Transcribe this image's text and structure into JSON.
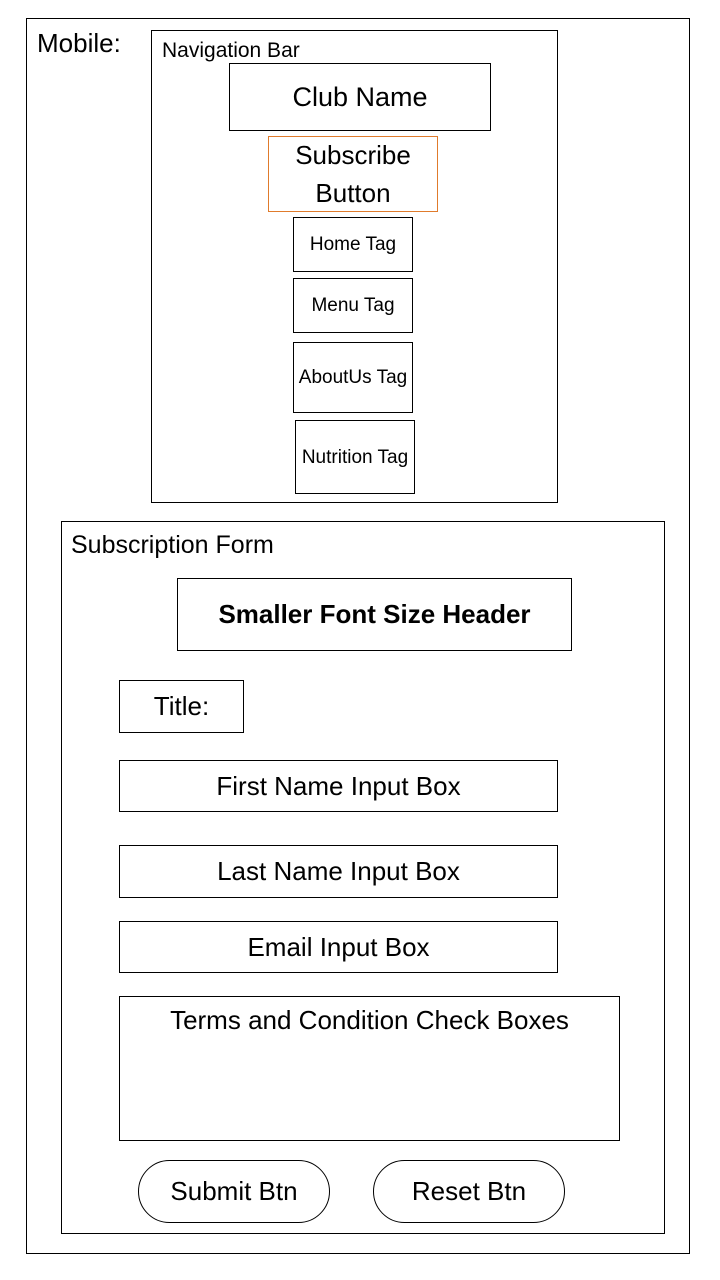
{
  "mobile_label": "Mobile:",
  "navigation": {
    "label": "Navigation Bar",
    "club_name": "Club Name",
    "subscribe_button": "Subscribe Button",
    "tags": {
      "home": "Home Tag",
      "menu": "Menu Tag",
      "about_us": "AboutUs Tag",
      "nutrition": "Nutrition Tag"
    }
  },
  "form": {
    "label": "Subscription Form",
    "header": "Smaller Font Size Header",
    "title_field": "Title:",
    "first_name": "First Name Input Box",
    "last_name": "Last Name Input Box",
    "email": "Email Input Box",
    "terms": "Terms and Condition Check Boxes",
    "submit": "Submit Btn",
    "reset": "Reset Btn"
  },
  "colors": {
    "subscribe_border": "#e07b2c",
    "border": "#000000"
  }
}
